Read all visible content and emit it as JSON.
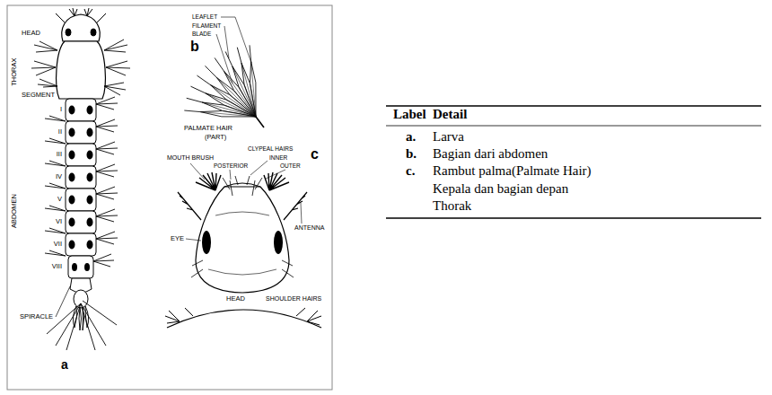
{
  "diagram": {
    "labels": [
      "HEAD",
      "THORAX",
      "SEGMENT",
      "I",
      "II",
      "III",
      "IV",
      "V",
      "VI",
      "VII",
      "VIII",
      "ABDOMEN",
      "SPIRACLE",
      "a",
      "LEAFLET",
      "FILAMENT",
      "BLADE",
      "b",
      "PALMATE HAIR",
      "(PART)",
      "c",
      "MOUTH BRUSH",
      "CLYPEAL HAIRS",
      "INNER",
      "POSTERIOR",
      "OUTER",
      "ANTENNA",
      "EYE",
      "HEAD",
      "SHOULDER HAIRS",
      "Label",
      "Detail",
      "a.",
      "Larva",
      "b.",
      "Bagian dari abdomen",
      "c.",
      "Rambut palma(Palmate Hair)",
      "Kepala dan bagian depan Thorak"
    ]
  }
}
